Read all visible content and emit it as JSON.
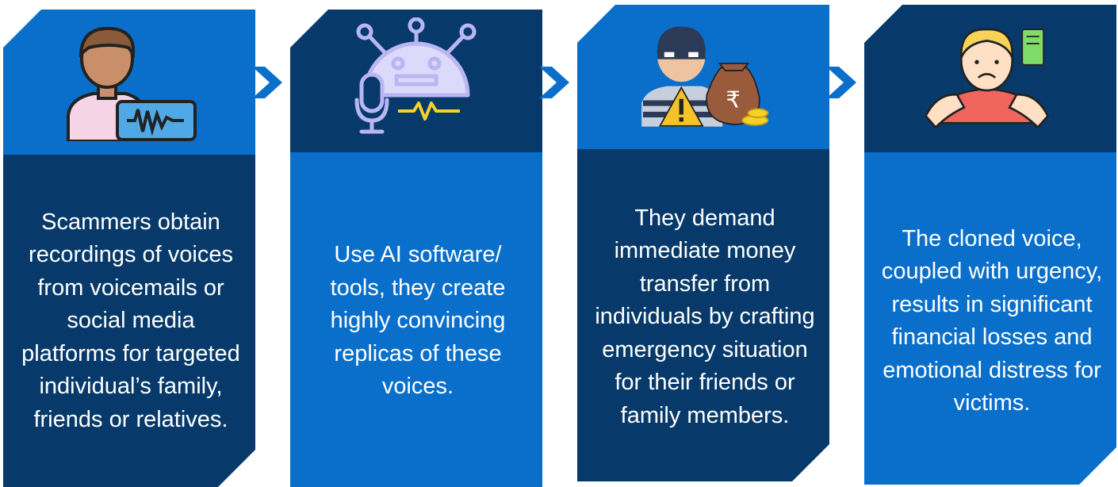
{
  "colors": {
    "dark": "#073a6a",
    "light": "#0a6fcb",
    "text": "#ffffff"
  },
  "steps": [
    {
      "icon": "scammer-voice-recording-icon",
      "text": "Scammers obtain recordings of voices from voicemails or social media platforms for targeted individual’s family, friends or relatives."
    },
    {
      "icon": "ai-robot-microphone-icon",
      "text": "Use AI software/ tools, they create highly convincing replicas of these voices."
    },
    {
      "icon": "thief-money-bag-warning-icon",
      "text": "They demand immediate money transfer from individuals by crafting emergency situation for their friends or family members."
    },
    {
      "icon": "sad-victim-receipt-icon",
      "text": "The cloned voice, coupled with urgency, results in significant financial losses and emotional distress for victims."
    }
  ]
}
